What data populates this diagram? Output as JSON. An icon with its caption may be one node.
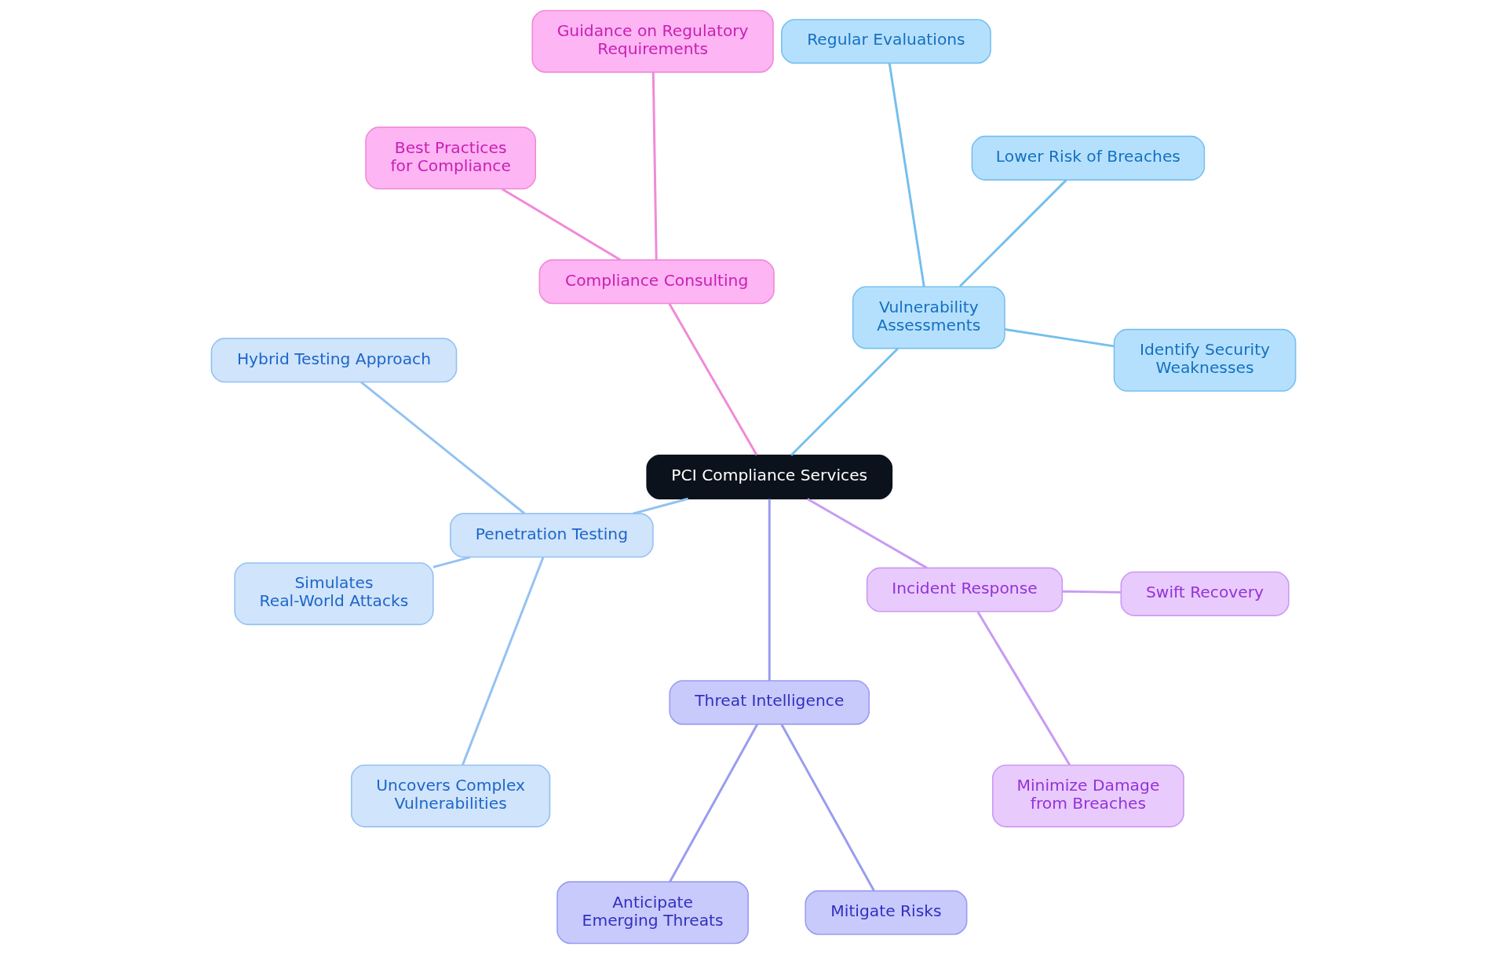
{
  "diagram": {
    "nodes": [
      {
        "text": [
          "PCI Compliance Services"
        ]
      },
      {
        "text": [
          "Vulnerability Assessments"
        ]
      },
      {
        "text": [
          "Identify Security Weaknesses"
        ]
      },
      {
        "text": [
          "Lower Risk of Breaches"
        ]
      },
      {
        "text": [
          "Regular Evaluations"
        ]
      },
      {
        "text": [
          "Compliance Consulting"
        ]
      },
      {
        "text": [
          "Guidance on Regulatory Requirements"
        ]
      },
      {
        "text": [
          "Best Practices for Compliance"
        ]
      },
      {
        "text": [
          "Penetration Testing"
        ]
      },
      {
        "text": [
          "Hybrid Testing Approach"
        ]
      },
      {
        "text": [
          "Simulates Real-World Attacks"
        ]
      },
      {
        "text": [
          "Uncovers Complex Vulnerabilities"
        ]
      },
      {
        "text": [
          "Threat Intelligence"
        ]
      },
      {
        "text": [
          "Anticipate Emerging Threats"
        ]
      },
      {
        "text": [
          "Mitigate Risks"
        ]
      },
      {
        "text": [
          "Incident Response"
        ]
      },
      {
        "text": [
          "Minimize Damage from Breaches"
        ]
      },
      {
        "text": [
          "Swift Recovery"
        ]
      }
    ],
    "edges": [
      {
        "from": 0,
        "to": 1,
        "arrow": "none",
        "color": "#74bfee"
      },
      {
        "from": 1,
        "to": 2,
        "arrow": "none",
        "color": "#74bfee"
      },
      {
        "from": 1,
        "to": 3,
        "arrow": "none",
        "color": "#74bfee"
      },
      {
        "from": 1,
        "to": 4,
        "arrow": "none",
        "color": "#74bfee"
      },
      {
        "from": 0,
        "to": 5,
        "arrow": "none",
        "color": "#f08ad8"
      },
      {
        "from": 5,
        "to": 6,
        "arrow": "none",
        "color": "#f08ad8"
      },
      {
        "from": 5,
        "to": 7,
        "arrow": "none",
        "color": "#f08ad8"
      },
      {
        "from": 0,
        "to": 8,
        "arrow": "none",
        "color": "#94c2f2"
      },
      {
        "from": 8,
        "to": 9,
        "arrow": "none",
        "color": "#94c2f2"
      },
      {
        "from": 8,
        "to": 10,
        "arrow": "none",
        "color": "#94c2f2"
      },
      {
        "from": 8,
        "to": 11,
        "arrow": "none",
        "color": "#94c2f2"
      },
      {
        "from": 0,
        "to": 12,
        "arrow": "none",
        "color": "#9a9cf0"
      },
      {
        "from": 12,
        "to": 13,
        "arrow": "none",
        "color": "#9a9cf0"
      },
      {
        "from": 12,
        "to": 14,
        "arrow": "none",
        "color": "#9a9cf0"
      },
      {
        "from": 0,
        "to": 15,
        "arrow": "none",
        "color": "#c99af2"
      },
      {
        "from": 15,
        "to": 16,
        "arrow": "none",
        "color": "#c99af2"
      },
      {
        "from": 15,
        "to": 17,
        "arrow": "none",
        "color": "#c99af2"
      }
    ]
  }
}
